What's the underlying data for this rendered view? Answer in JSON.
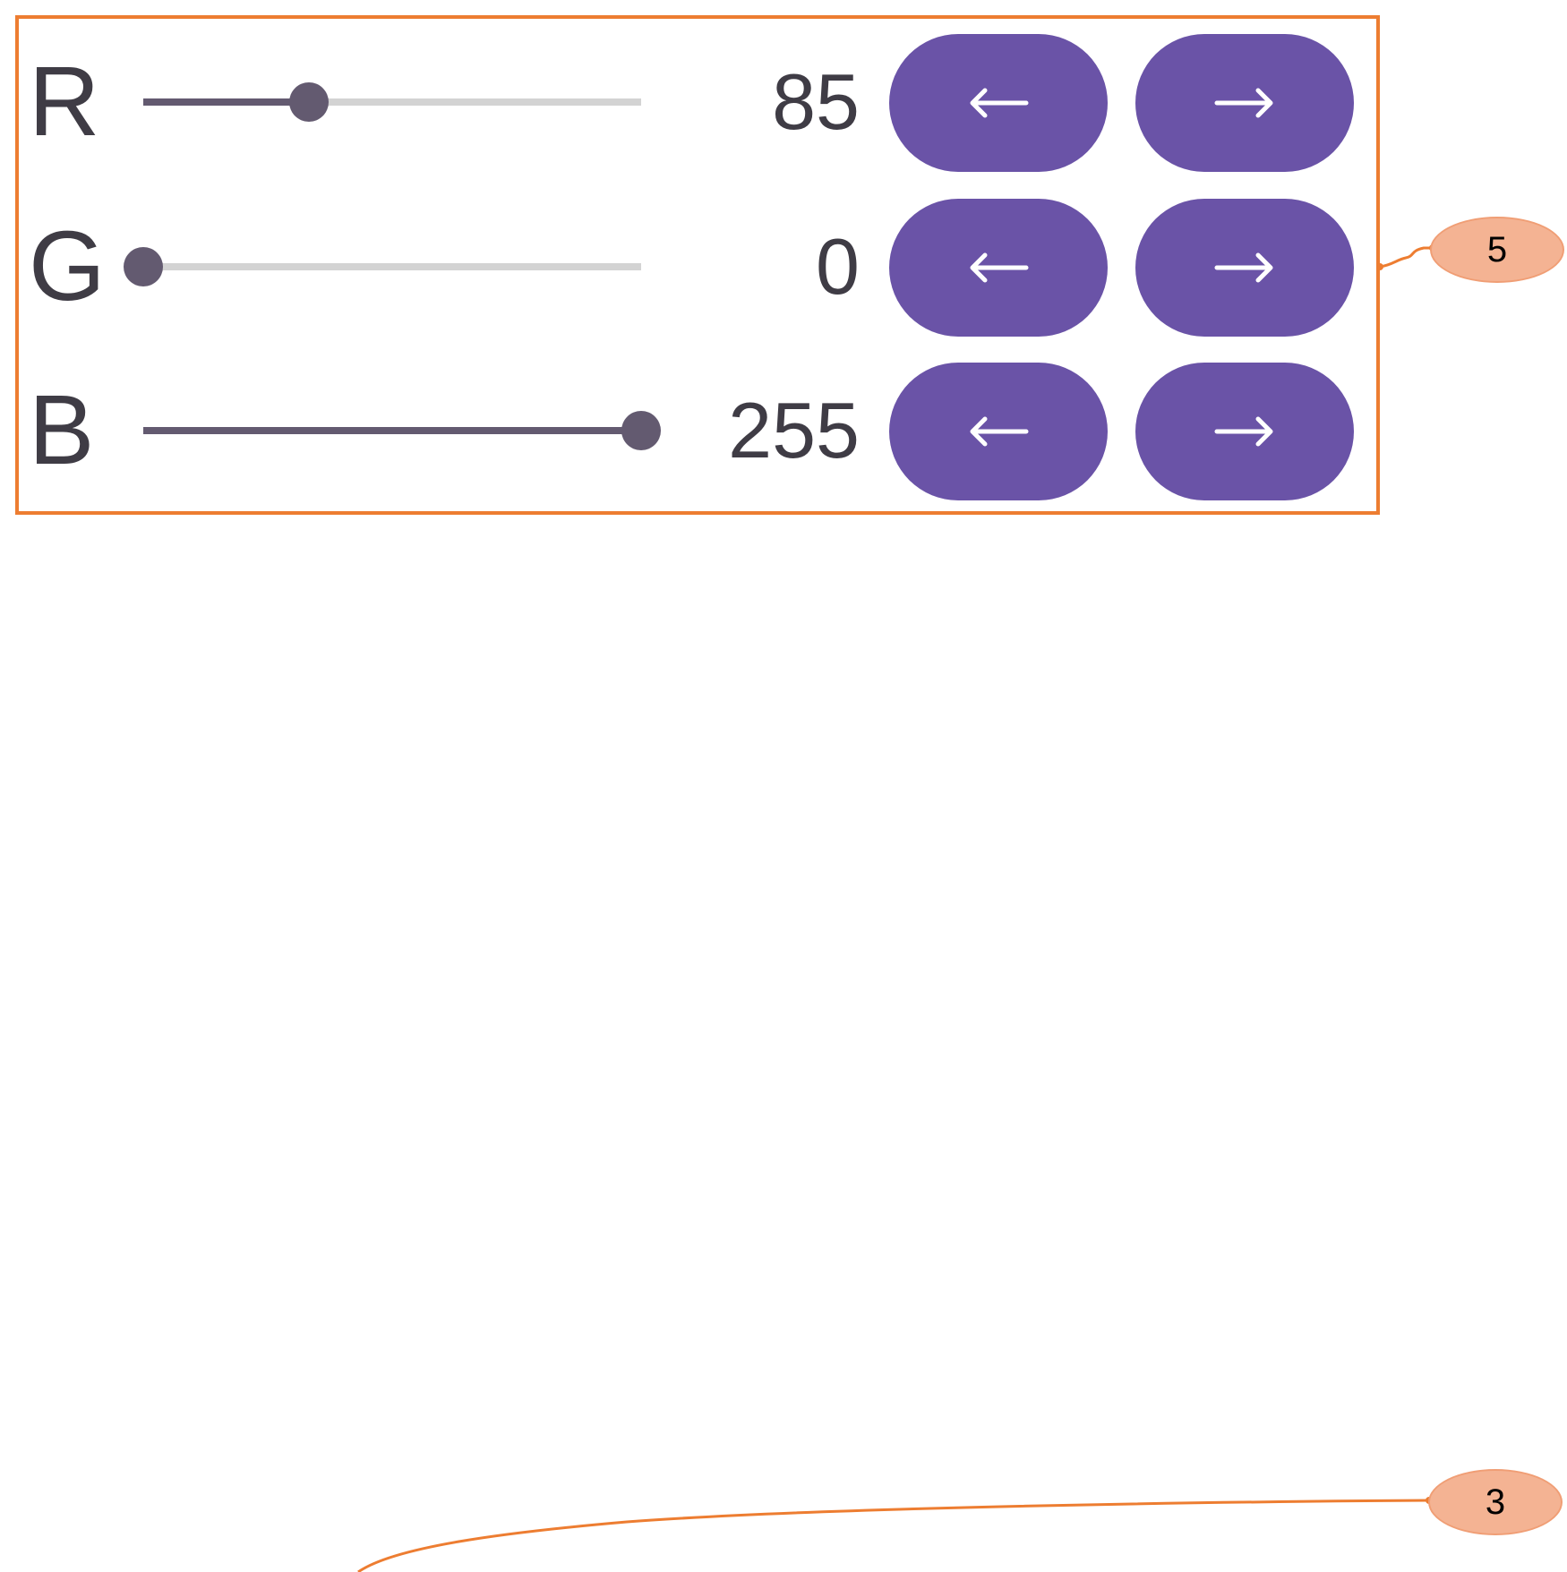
{
  "channels": [
    {
      "label": "R",
      "value": "85",
      "slider_fraction": 0.333
    },
    {
      "label": "G",
      "value": "0",
      "slider_fraction": 0.0
    },
    {
      "label": "B",
      "value": "255",
      "slider_fraction": 1.0
    }
  ],
  "buttons": {
    "decrement_icon": "arrow-left-icon",
    "increment_icon": "arrow-right-icon"
  },
  "annotations": [
    {
      "label": "5"
    },
    {
      "label": "3"
    }
  ],
  "colors": {
    "highlight": "#ED7D31",
    "button": "#6a53a7",
    "slider_active": "#635a70",
    "slider_inactive": "#d3d3d3",
    "text": "#3f3c45",
    "badge_fill": "#F4B393"
  }
}
